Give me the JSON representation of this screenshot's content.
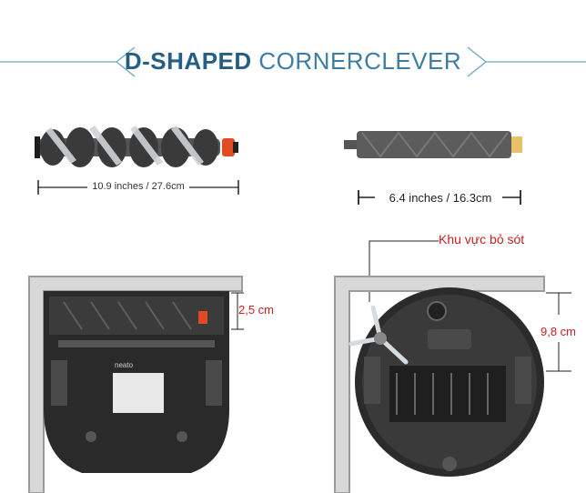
{
  "header": {
    "title_bold": "D-SHAPED",
    "title_light": "CORNERCLEVER"
  },
  "left_brush": {
    "dimension_label": "10.9 inches / 27.6cm"
  },
  "right_brush": {
    "dimension_label": "6.4 inches / 16.3cm"
  },
  "left_robot": {
    "brand": "neato",
    "gap_label": "2,5 cm"
  },
  "right_robot": {
    "missed_area_label": "Khu vực bỏ sót",
    "gap_label": "9,8 cm"
  },
  "colors": {
    "title": "#2f6f94",
    "rule_line": "#6aa6c7",
    "annotation_red": "#c62020",
    "robot_dark": "#2a2a2a",
    "wall_grey": "#9c9c9c"
  }
}
